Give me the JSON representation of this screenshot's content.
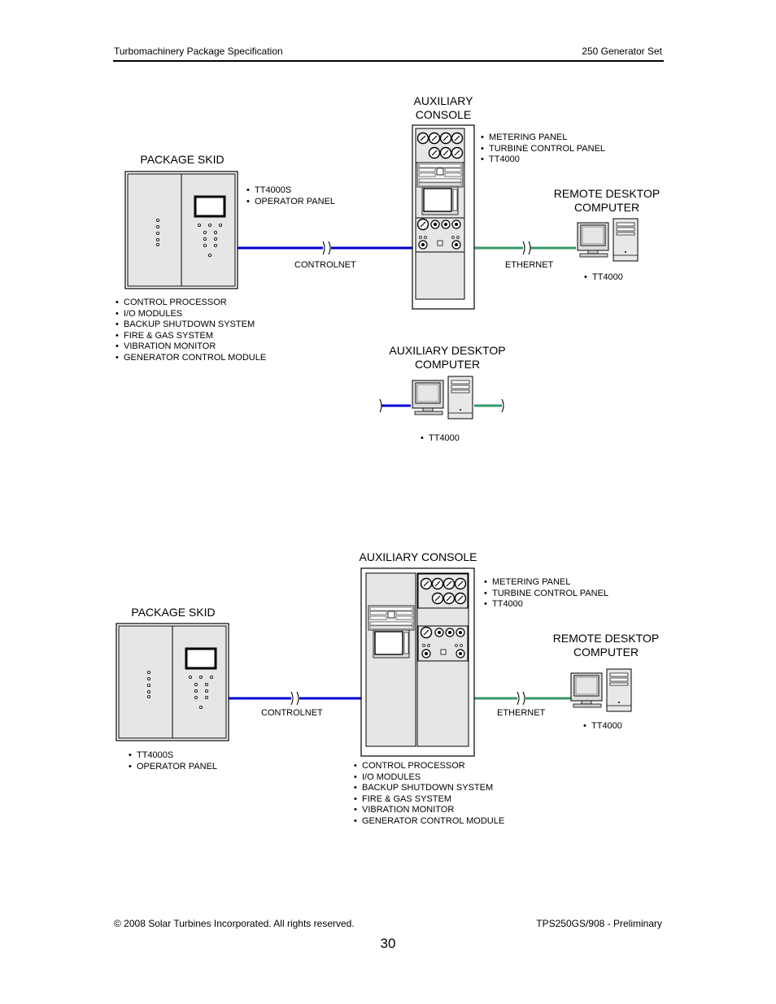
{
  "header": {
    "left": "Turbomachinery Package Specification",
    "right": "250 Generator Set"
  },
  "diagram1": {
    "aux_console": [
      "AUXILIARY",
      "CONSOLE"
    ],
    "aux_console_items": [
      "METERING PANEL",
      "TURBINE CONTROL PANEL",
      "TT4000"
    ],
    "package_skid": "PACKAGE SKID",
    "skid_items": [
      "TT4000S",
      "OPERATOR PANEL"
    ],
    "skid_below_items": [
      "CONTROL PROCESSOR",
      "I/O MODULES",
      "BACKUP SHUTDOWN SYSTEM",
      "FIRE & GAS SYSTEM",
      "VIBRATION MONITOR",
      "GENERATOR CONTROL MODULE"
    ],
    "remote_desktop": [
      "REMOTE DESKTOP",
      "COMPUTER"
    ],
    "remote_items": [
      "TT4000"
    ],
    "controlnet": "CONTROLNET",
    "ethernet": "ETHERNET",
    "aux_desktop": [
      "AUXILIARY DESKTOP",
      "COMPUTER"
    ],
    "aux_desktop_items": [
      "TT4000"
    ]
  },
  "diagram2": {
    "aux_console": "AUXILIARY CONSOLE",
    "aux_console_items": [
      "METERING PANEL",
      "TURBINE CONTROL PANEL",
      "TT4000"
    ],
    "package_skid": "PACKAGE SKID",
    "remote_desktop": [
      "REMOTE DESKTOP",
      "COMPUTER"
    ],
    "remote_items": [
      "TT4000"
    ],
    "controlnet": "CONTROLNET",
    "ethernet": "ETHERNET",
    "skid_items": [
      "TT4000S",
      "OPERATOR PANEL"
    ],
    "console_items": [
      "CONTROL PROCESSOR",
      "I/O MODULES",
      "BACKUP SHUTDOWN SYSTEM",
      "FIRE & GAS SYSTEM",
      "VIBRATION MONITOR",
      "GENERATOR CONTROL MODULE"
    ]
  },
  "colors": {
    "controlnet": "#0000cc",
    "ethernet": "#339966"
  },
  "footer": {
    "left": "© 2008 Solar Turbines Incorporated. All rights reserved.",
    "right": "TPS250GS/908 - Preliminary",
    "page": "30"
  }
}
